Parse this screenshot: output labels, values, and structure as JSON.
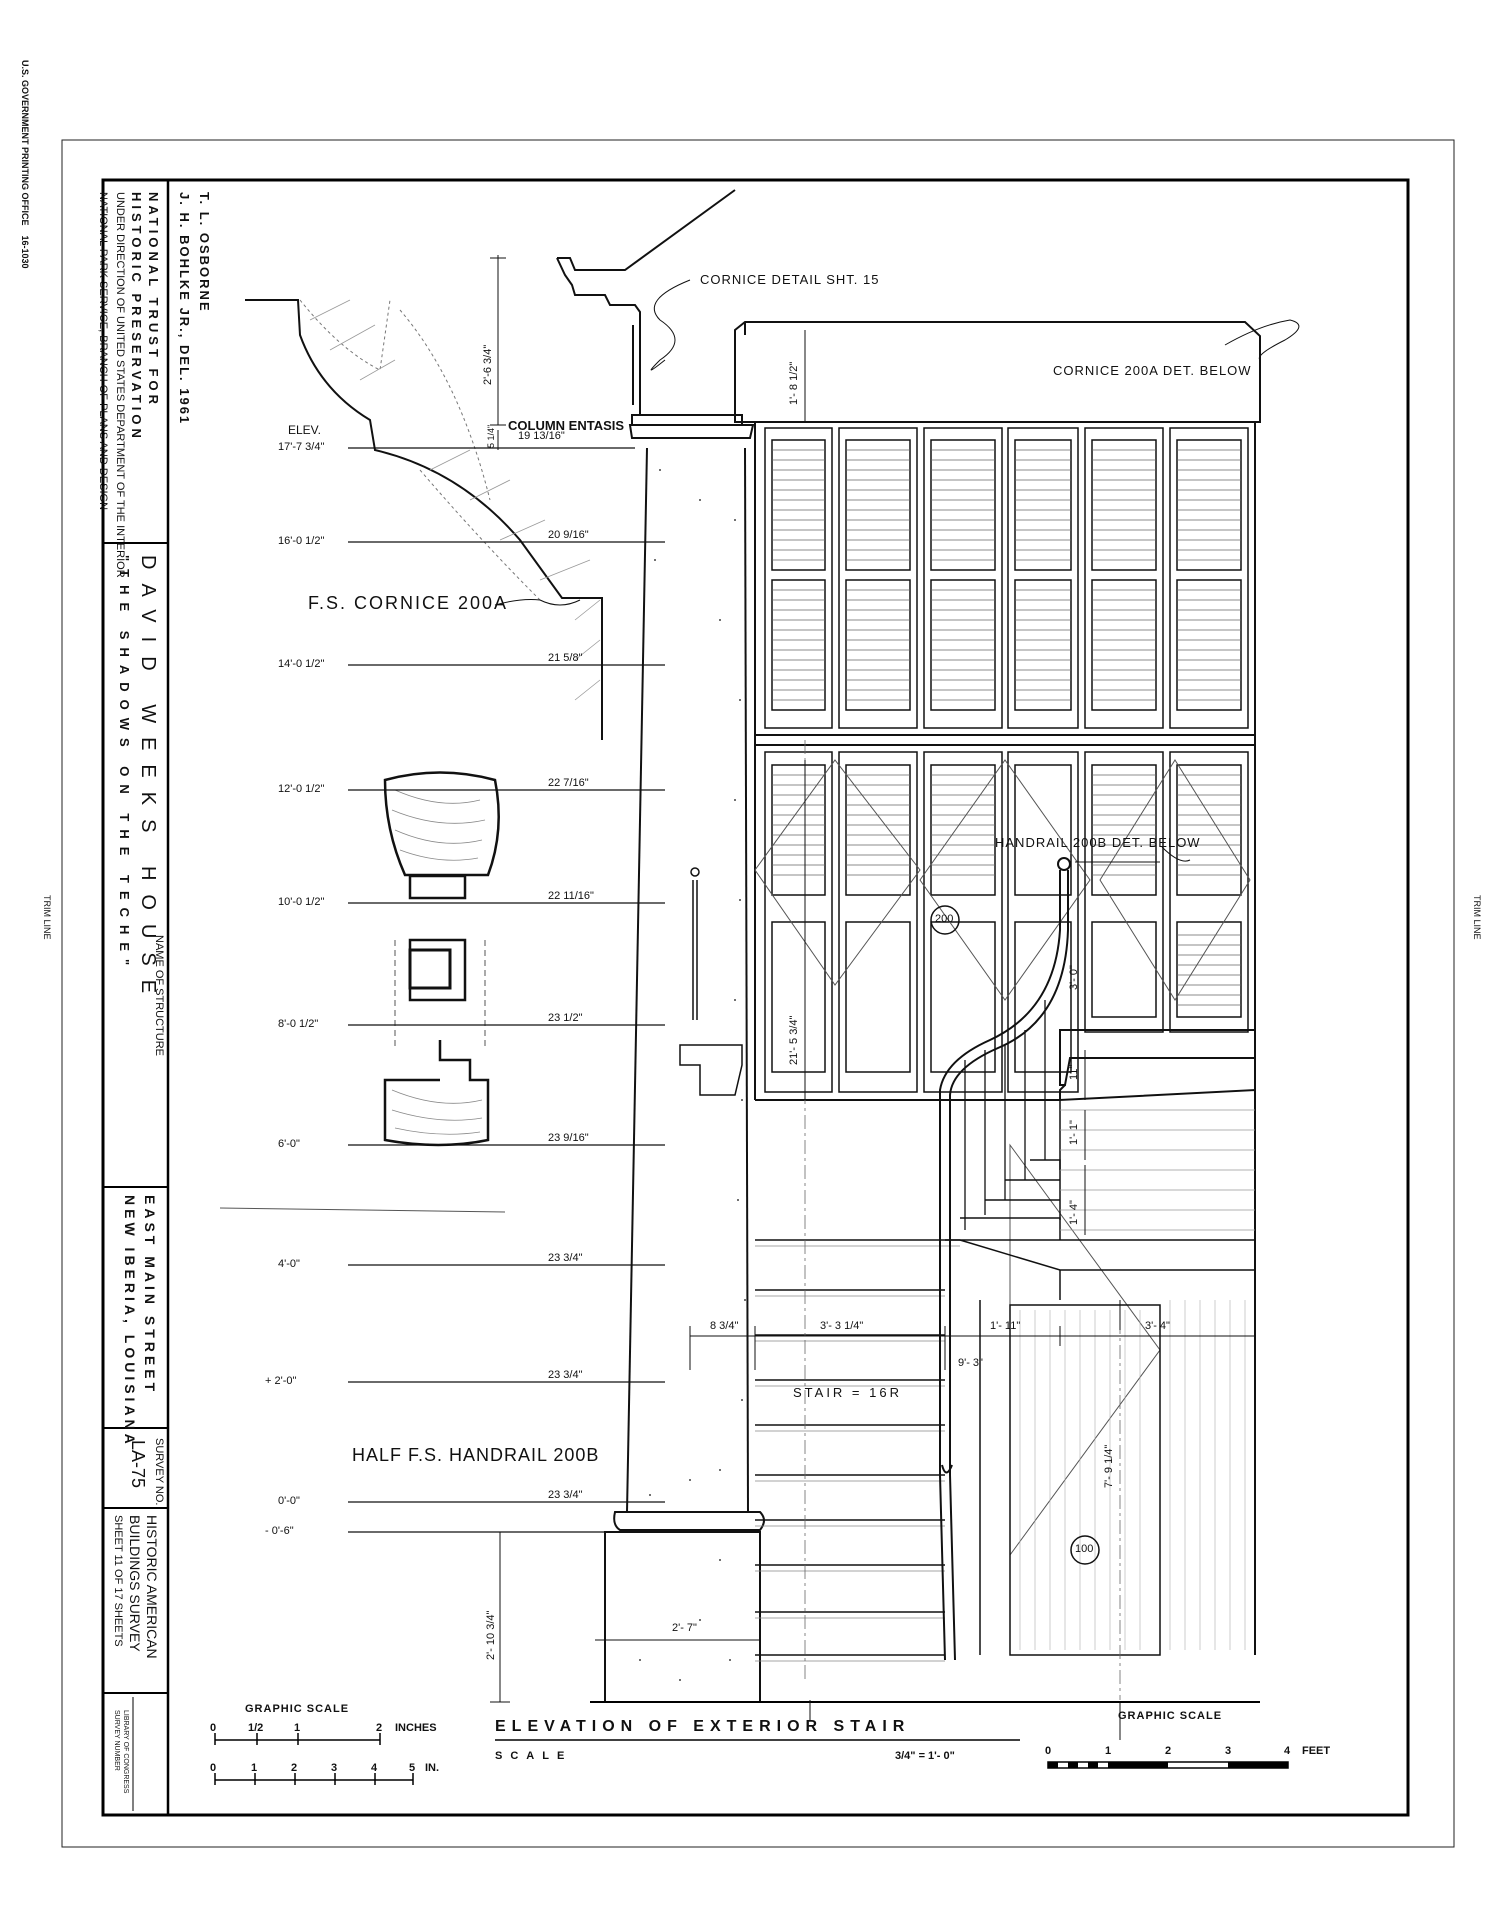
{
  "margin": {
    "trim_left": "TRIM LINE",
    "trim_right": "TRIM LINE",
    "printing_office": "U.S. GOVERNMENT PRINTING OFFICE",
    "printing_code": "16-1030"
  },
  "title_block": {
    "delineators": [
      "T. L. OSBORNE",
      "J. H. BOHLKE JR., DEL. 1961"
    ],
    "trust": "NATIONAL TRUST FOR",
    "trust2": "HISTORIC PRESERVATION",
    "direction1": "UNDER DIRECTION OF UNITED STATES DEPARTMENT OF THE INTERIOR",
    "direction2": "NATIONAL PARK SERVICE, BRANCH OF PLANS AND DESIGN",
    "structure": "DAVID WEEKS HOUSE",
    "structure_sub": "\"THE SHADOWS ON THE TECHE\"",
    "name_of_structure_label": "NAME OF STRUCTURE",
    "address1": "EAST MAIN STREET",
    "address2": "NEW IBERIA, LOUISIANA",
    "survey_no_label": "SURVEY NO.",
    "survey_no": "LA-75",
    "habs1": "HISTORIC AMERICAN",
    "habs2": "BUILDINGS SURVEY",
    "sheet": "SHEET 11 OF 17 SHEETS",
    "library": "LIBRARY OF CONGRESS",
    "library2": "SURVEY NUMBER"
  },
  "drawing": {
    "title": "ELEVATION OF EXTERIOR STAIR",
    "scale_label": "SCALE",
    "scale_value": "3/4\" = 1'- 0\"",
    "graphic_scale_left": "GRAPHIC SCALE",
    "graphic_scale_right": "GRAPHIC SCALE",
    "inches_ticks": [
      "0",
      "1/2",
      "1",
      "2"
    ],
    "inches_unit": "INCHES",
    "in_ticks": [
      "0",
      "1",
      "2",
      "3",
      "4",
      "5"
    ],
    "in_unit": "IN.",
    "feet_ticks": [
      "0",
      "1",
      "2",
      "3",
      "4"
    ],
    "feet_unit": "FEET"
  },
  "labels": {
    "cornice_detail": "CORNICE DETAIL SHT. 15",
    "cornice_200a_det": "CORNICE 200A DET. BELOW",
    "column_entasis": "COLUMN ENTASIS",
    "elev": "ELEV.",
    "fs_cornice": "F.S. CORNICE 200A",
    "handrail_det": "HANDRAIL 200B DET. BELOW",
    "half_handrail": "HALF F.S. HANDRAIL 200B",
    "stair": "STAIR = 16R",
    "tag_200": "200",
    "tag_100": "100"
  },
  "elevations": [
    {
      "elev": "17'-7 3/4\"",
      "dia": "19 13/16\""
    },
    {
      "elev": "16'-0 1/2\"",
      "dia": "20 9/16\""
    },
    {
      "elev": "14'-0 1/2\"",
      "dia": "21 5/8\""
    },
    {
      "elev": "12'-0 1/2\"",
      "dia": "22 7/16\""
    },
    {
      "elev": "10'-0 1/2\"",
      "dia": "22 11/16\""
    },
    {
      "elev": "8'-0 1/2\"",
      "dia": "23 1/2\""
    },
    {
      "elev": "6'-0\"",
      "dia": "23 9/16\""
    },
    {
      "elev": "4'-0\"",
      "dia": "23 3/4\""
    },
    {
      "elev": "+ 2'-0\"",
      "dia": "23 3/4\""
    },
    {
      "elev": "0'-0\"",
      "dia": "23 3/4\""
    },
    {
      "elev": "- 0'-6\"",
      "dia": ""
    }
  ],
  "dimensions": {
    "d_2_6_3_4": "2'-6 3/4\"",
    "d_5_1_4": "5 1/4\"",
    "d_1_8_1_2": "1'- 8 1/2\"",
    "d_21_5_3_4": "21'- 5 3/4\"",
    "d_3_0": "3'- 0\"",
    "d_11": "11\"",
    "d_1_1": "1'- 1\"",
    "d_1_4": "1'- 4\"",
    "d_8_3_4": "8 3/4\"",
    "d_3_3_1_4": "3'- 3 1/4\"",
    "d_1_11": "1'- 11\"",
    "d_3_4": "3'- 4\"",
    "d_9_3": "9'- 3\"",
    "d_7_9_1_4": "7'- 9 1/4\"",
    "d_2_10_3_4": "2'- 10 3/4\"",
    "d_2_7": "2'- 7\""
  }
}
